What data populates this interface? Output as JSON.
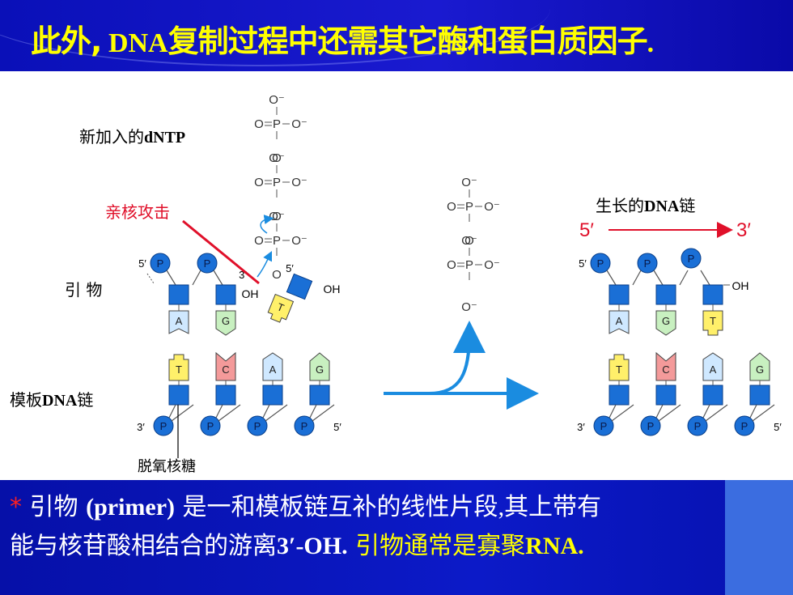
{
  "title": {
    "part1": "此外",
    "comma": ",",
    "part2": " DNA",
    "part3": "复制过程中还需其它酶和蛋白质因子",
    "period": "."
  },
  "labels": {
    "new_dntp_cn": "新加入的",
    "new_dntp_en": "dNTP",
    "nucleophilic_attack": "亲核攻击",
    "growing_chain_cn": "生长的",
    "growing_chain_en": "DNA",
    "growing_chain_cn2": "链",
    "primer": "引 物",
    "template_en": "模板",
    "template_dna": "DNA",
    "template_cn2": "链",
    "deoxyribose": "脱氧核糖"
  },
  "diagram": {
    "prime5": "5′",
    "prime3": "3′",
    "phosphate": "P",
    "oh": "OH",
    "o_minus": "O⁻",
    "o": "O",
    "p_atom": "P",
    "bases_top_left": [
      "A",
      "G"
    ],
    "incoming_base": "T",
    "bases_bottom_left": [
      "T",
      "C",
      "A",
      "G"
    ],
    "bases_top_right": [
      "A",
      "G",
      "T"
    ],
    "bases_bottom_right": [
      "T",
      "C",
      "A",
      "G"
    ],
    "colors": {
      "phosphate": "#1a6fd6",
      "sugar": "#1a6fd6",
      "base_A": "#cfe8ff",
      "base_G": "#c8f0c0",
      "base_T": "#fff06a",
      "base_C": "#f49a9a",
      "arrow": "#1a8ce0",
      "attack_line": "#e0102a"
    }
  },
  "footer": {
    "star": "*",
    "line1a": " 引物 ",
    "line1b": "(primer)",
    "line1c": " 是一和模板链互补的线性片段",
    "line1d": ",",
    "line1e": "其上带有",
    "line2a": "能与核苷酸相结合的游离",
    "line2b": "3′-OH.",
    "line2c": "  引物通常是寡聚",
    "line2d": "RNA."
  }
}
